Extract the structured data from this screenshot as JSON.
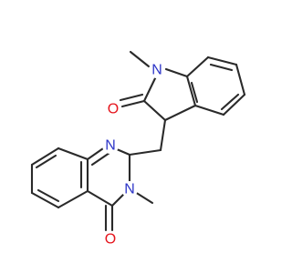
{
  "diagram": {
    "type": "chemical-structure",
    "atom_labels": {
      "n_indole": "N",
      "n_quinazoline_top": "N",
      "n_quinazoline_methyl": "N",
      "o_indole": "O",
      "o_quinazoline": "O"
    },
    "colors": {
      "bond": "#2a2a2a",
      "nitrogen": "#2d35c8",
      "oxygen": "#e5141c",
      "background": "#ffffff"
    }
  }
}
